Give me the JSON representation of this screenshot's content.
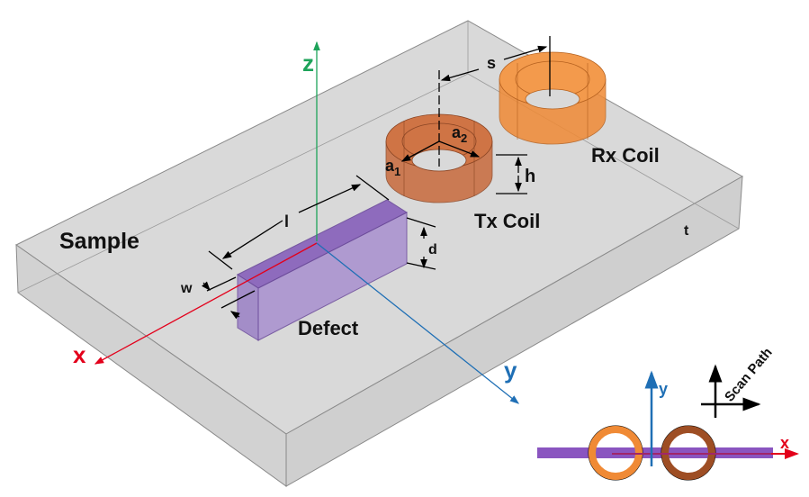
{
  "labels": {
    "sample": "Sample",
    "defect": "Defect",
    "tx_coil": "Tx Coil",
    "rx_coil": "Rx Coil",
    "thickness": "t",
    "length": "l",
    "width": "w",
    "depth": "d",
    "height": "h",
    "spacing": "s",
    "inner_radius": "a",
    "inner_radius_sub": "1",
    "outer_radius": "a",
    "outer_radius_sub": "2",
    "axis_x": "x",
    "axis_y": "y",
    "axis_z": "z"
  },
  "inset": {
    "axis_x": "x",
    "axis_y": "y",
    "scan_path": "Scan Path"
  },
  "colors": {
    "sample": "#d6d6d6",
    "defect": "#7f55b5",
    "tx_coil": "#c86a3c",
    "rx_coil": "#f08a35",
    "axis_x": "#e3001b",
    "axis_y": "#1f6fb5",
    "axis_z": "#1ea35a"
  }
}
